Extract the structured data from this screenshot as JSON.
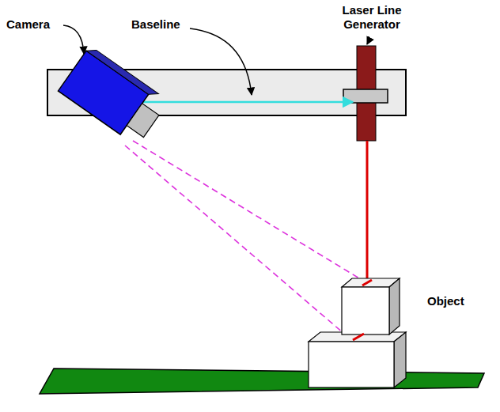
{
  "diagram": {
    "labels": [
      "Camera",
      "Baseline",
      "Laser Line Generator",
      "Object"
    ]
  }
}
